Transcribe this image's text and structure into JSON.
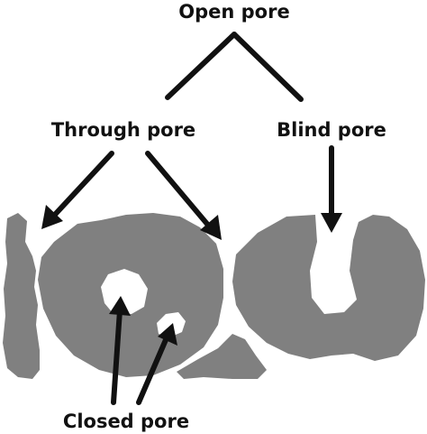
{
  "labels": {
    "open_pore": "Open pore",
    "through_pore": "Through pore",
    "blind_pore": "Blind pore",
    "closed_pore": "Closed pore"
  },
  "colors": {
    "solid": "#808080",
    "ink": "#111111",
    "background": "#ffffff"
  }
}
